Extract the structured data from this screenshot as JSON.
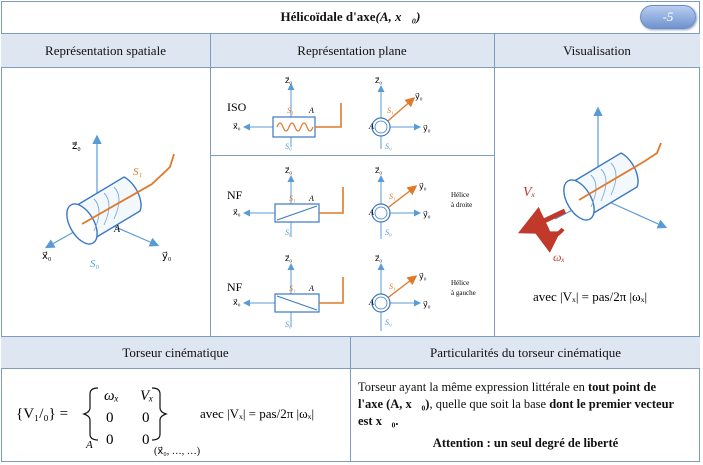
{
  "title": {
    "main": "Hélicoïdale d'axe ",
    "axis": "(A, x⃗₀)"
  },
  "badge": "-5",
  "headers": {
    "spatial": "Représentation spatiale",
    "plane": "Représentation plane",
    "visual": "Visualisation",
    "torseur": "Torseur cinématique",
    "particular": "Particularités du torseur cinématique"
  },
  "plane_rows": [
    {
      "label": "ISO",
      "note": ""
    },
    {
      "label": "NF",
      "note": "Hélice\nà droite"
    },
    {
      "label": "NF",
      "note": "Hélice\nà gauche"
    }
  ],
  "plane_row_notes": {
    "right_1": "Hélice",
    "right_2": "à droite",
    "left_1": "Hélice",
    "left_2": "à gauche"
  },
  "symbols": {
    "z0": "z⃗₀",
    "y0": "y⃗₀",
    "x0": "x⃗₀",
    "s0": "S₀",
    "s1": "S₁",
    "a": "A",
    "vx": "Vₓ",
    "wx": "ωₓ"
  },
  "visual_formula": "avec |Vₓ| = pas/2π |ωₓ|",
  "torseur": {
    "lhs": "{V₁/₀} =",
    "m11": "ωₓ",
    "m12": "Vₓ",
    "m21": "0",
    "m22": "0",
    "m31": "0",
    "m32": "0",
    "point": "A",
    "basis": "(x⃗₀, …, …)",
    "condition": "avec |Vₓ| = pas/2π |ωₓ|"
  },
  "particular": {
    "t1": "Torseur ayant la même expression littérale en ",
    "t2": "tout point de",
    "t3": "l'axe (A, x⃗₀)",
    "t4": ", quelle que soit la base ",
    "t5": "dont le premier vecteur",
    "t6": "est x⃗₀.",
    "attention": "Attention : un seul degré de liberté"
  },
  "colors": {
    "axis": "#5b9bd5",
    "solid1": "#e07a2a",
    "frame": "#7f9cbf",
    "header_bg": "#dde6f1",
    "arrow": "#c0392b"
  }
}
